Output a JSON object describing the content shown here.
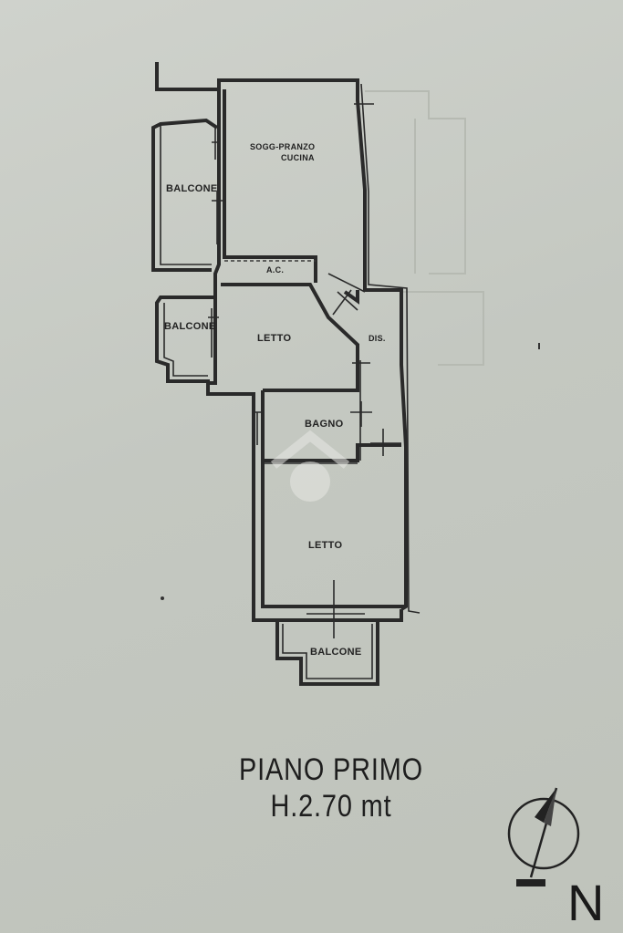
{
  "plan": {
    "rooms": {
      "living": [
        "SOGG-PRANZO",
        "CUCINA"
      ],
      "ac": "A.C.",
      "bedroom_1": "LETTO",
      "disimpegno": "DIS.",
      "bathroom": "BAGNO",
      "bedroom_2": "LETTO"
    },
    "balconies": [
      "BALCONE",
      "BALCONE",
      "BALCONE"
    ]
  },
  "title": {
    "floor": "PIANO PRIMO",
    "height": "H.2.70 mt"
  },
  "compass": {
    "north_label": "N",
    "icon": "north-arrow-icon"
  }
}
